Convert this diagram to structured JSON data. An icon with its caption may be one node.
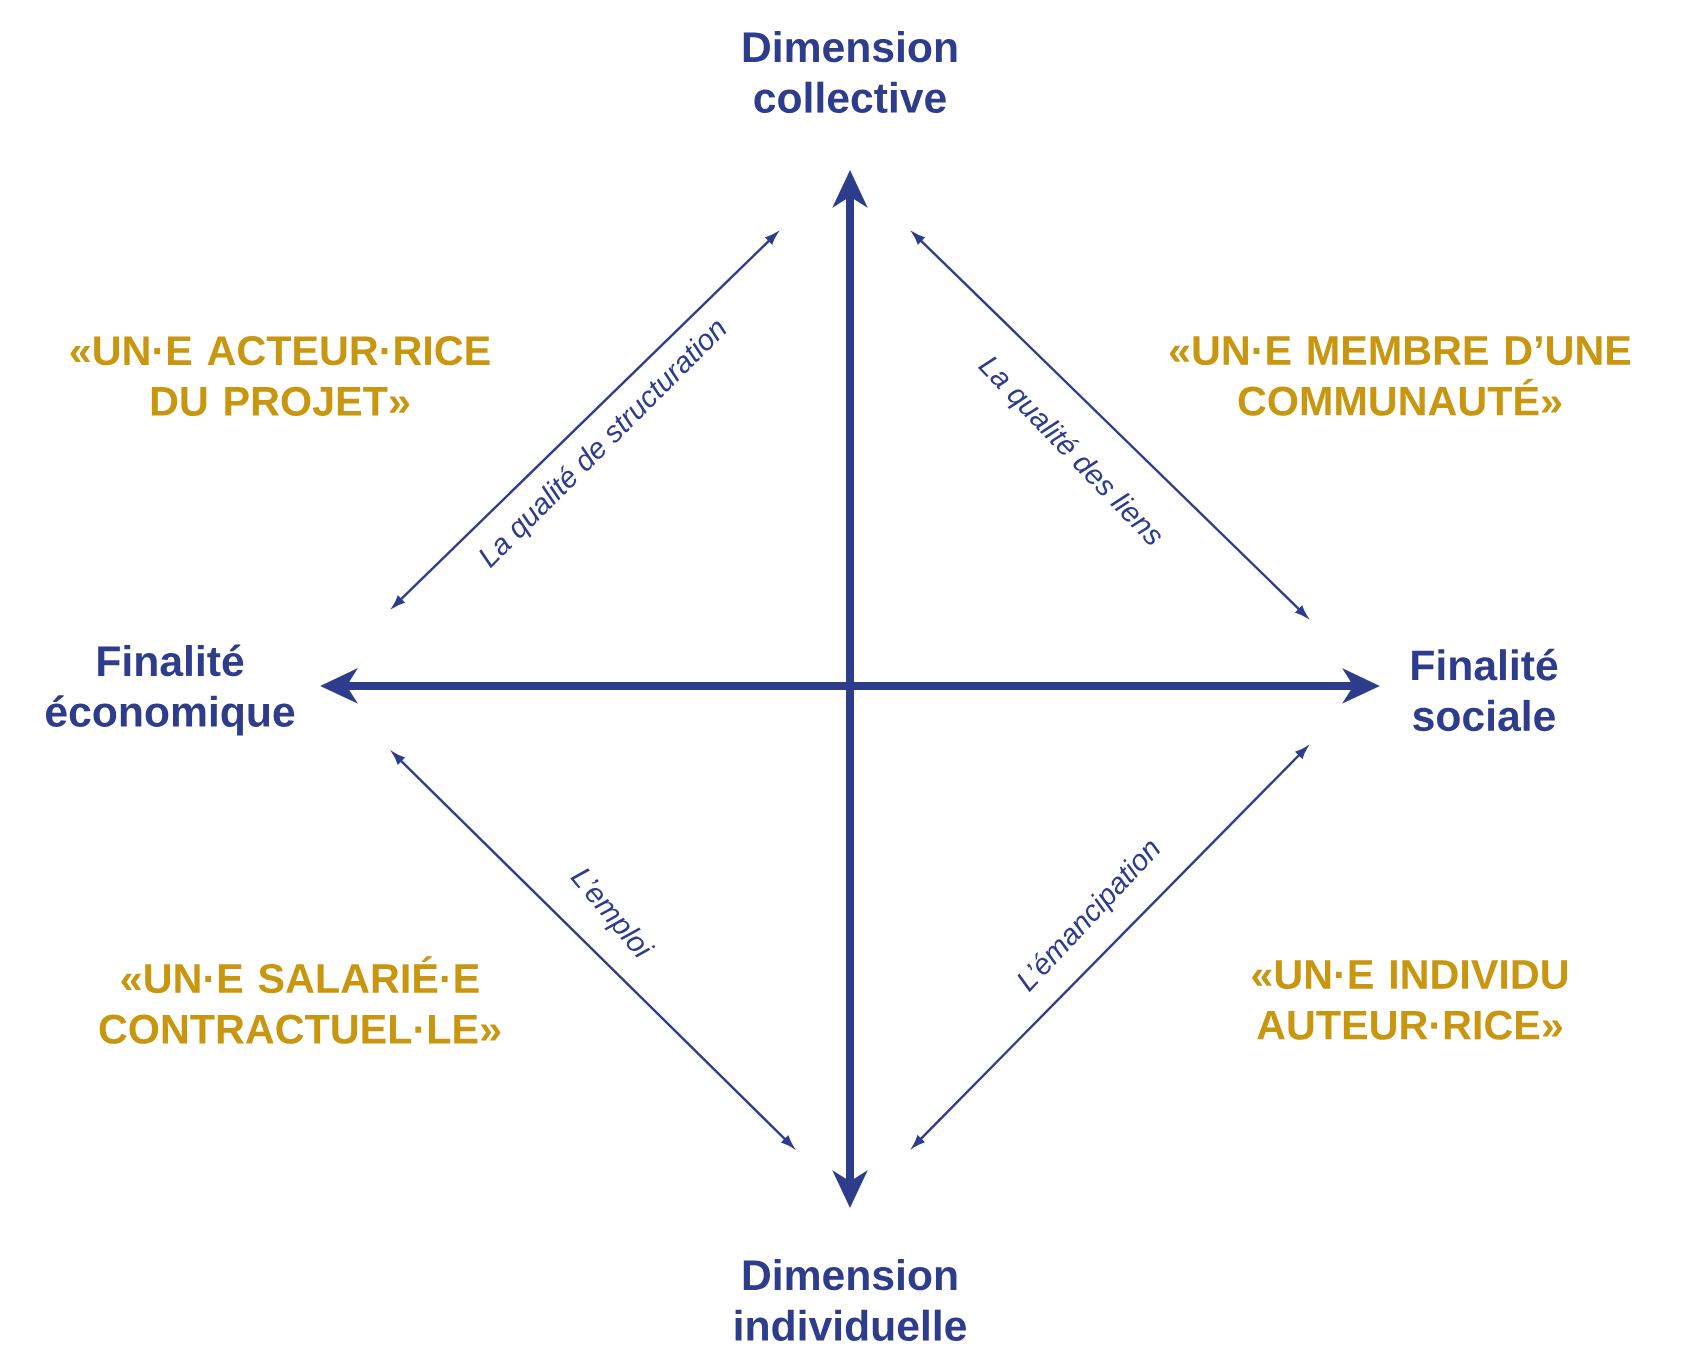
{
  "diagram": {
    "nodes": [
      {
        "text": [
          "Dimension collective"
        ]
      },
      {
        "text": [
          "Finalité économique"
        ]
      },
      {
        "text": [
          "Finalité sociale"
        ]
      },
      {
        "text": [
          "Dimension individuelle"
        ]
      }
    ],
    "edges": [
      {
        "from": 0,
        "to": 3,
        "arrow": "both",
        "style": "thick"
      },
      {
        "from": 1,
        "to": 2,
        "arrow": "both",
        "style": "thick"
      },
      {
        "from": 1,
        "to": 0,
        "arrow": "both",
        "label": "La qualité de structuration"
      },
      {
        "from": 0,
        "to": 2,
        "arrow": "both",
        "label": "La qualité des liens"
      },
      {
        "from": 1,
        "to": 3,
        "arrow": "both",
        "label": "L’emploi"
      },
      {
        "from": 3,
        "to": 2,
        "arrow": "both",
        "label": "L’émancipation"
      }
    ],
    "labels": [
      "«UN·E ACTEUR·RICE DU PROJET»",
      "«UN·E MEMBRE D’UNE COMMUNAUTÉ»",
      "«UN·E SALARIÉ·E CONTRACTUEL·LE»",
      "«UN·E INDIVIDU AUTEUR·RICE»"
    ]
  }
}
